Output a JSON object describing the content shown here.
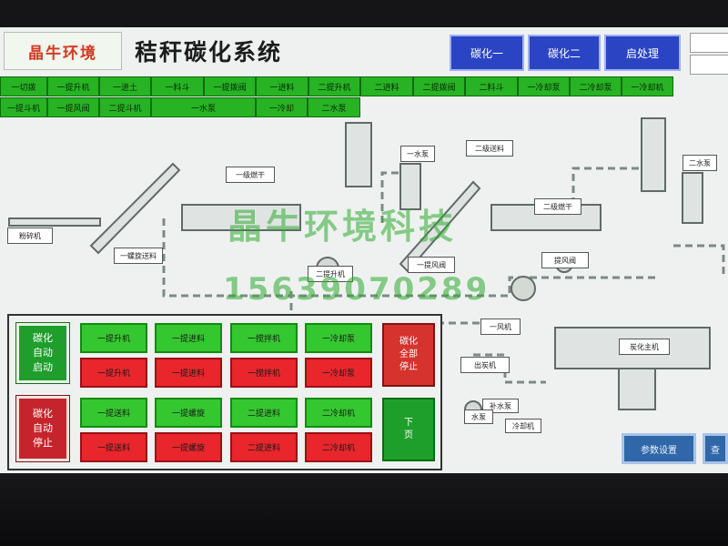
{
  "header": {
    "logo_text": "晶牛环境",
    "title": "秸秆碳化系统",
    "nav": [
      "碳化一",
      "碳化二",
      "启处理"
    ]
  },
  "top_buttons": {
    "row1": [
      "一切拨",
      "一提升机",
      "一进土",
      "一料斗",
      "一提拨阀",
      "一进料",
      "二提升机",
      "二进料",
      "二提拨阀",
      "二料斗",
      "一冷却泵",
      "二冷却泵",
      "一冷却机"
    ],
    "row2": [
      "一提斗机",
      "一提风阀",
      "二提斗机",
      "一水泵",
      "一冷却",
      "二水泵"
    ]
  },
  "diagram": {
    "labels": [
      "粉碎机",
      "一螺旋送料",
      "一级燃干",
      "一水泵",
      "二级送料",
      "二级燃干",
      "二水泵",
      "二提升机",
      "一提风阀",
      "提风阀",
      "一风机",
      "炭化主机",
      "出炭机",
      "补水泵",
      "水泵",
      "冷却机"
    ]
  },
  "watermark": {
    "company": "晶牛环境科技",
    "phone": "15639070289"
  },
  "control_panel": {
    "left_top": "碳化\n自动\n启动",
    "left_bottom": "碳化\n自动\n停止",
    "row1_green": [
      "一提升机",
      "一提进料",
      "一搅拌机",
      "一冷却泵"
    ],
    "row1_red": [
      "一提升机",
      "一提进料",
      "一搅拌机",
      "一冷却泵"
    ],
    "row2_green": [
      "一提送料",
      "一提螺旋",
      "二提进料",
      "二冷却机"
    ],
    "row2_red": [
      "一提送料",
      "一提螺旋",
      "二提进料",
      "二冷却机"
    ],
    "right_top": "碳化\n全部\n停止",
    "right_bottom": "下\n页"
  },
  "footer_buttons": {
    "right1": "参数设置",
    "right2": "查"
  },
  "colors": {
    "green": "#35c72f",
    "red": "#e8262c",
    "blue": "#2a44c4"
  }
}
